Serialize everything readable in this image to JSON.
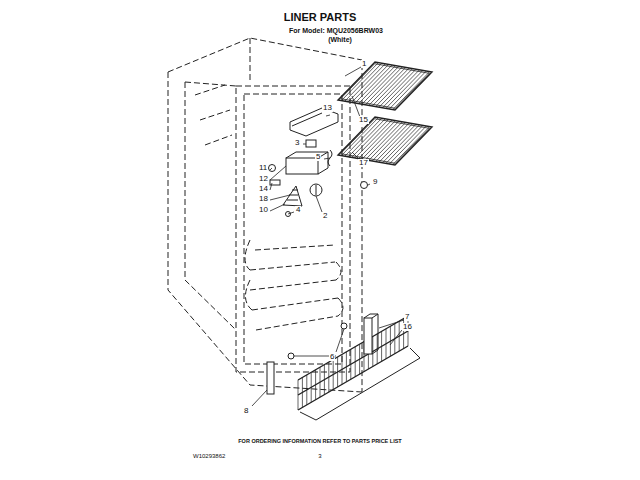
{
  "diagram": {
    "title": "LINER PARTS",
    "labels": [
      "For Model: MQU2056BRW03",
      "(White)",
      "1",
      "13",
      "15",
      "3",
      "5",
      "17",
      "11",
      "12",
      "9",
      "14",
      "18",
      "10",
      "4",
      "2",
      "7",
      "16",
      "6",
      "8",
      "FOR ORDERING INFORMATION REFER TO PARTS PRICE LIST",
      "W10293862",
      "3"
    ]
  }
}
